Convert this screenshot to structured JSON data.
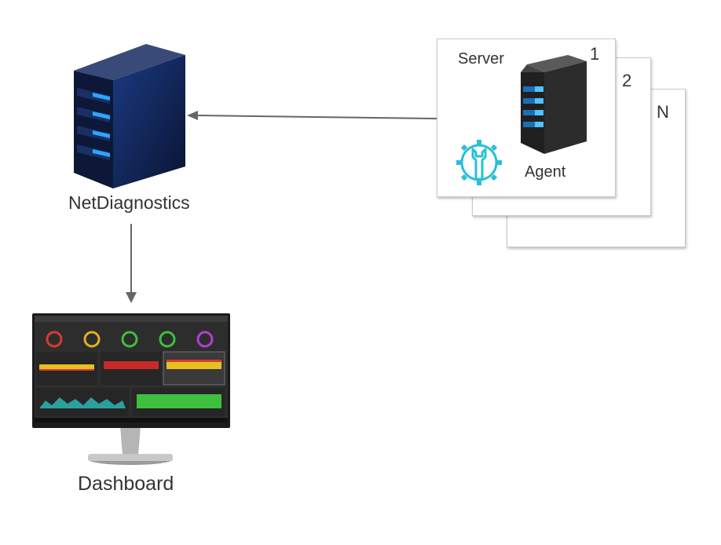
{
  "diagram": {
    "netdiagnostics": {
      "label": "NetDiagnostics",
      "icon": "server-tower-icon"
    },
    "dashboard": {
      "label": "Dashboard",
      "icon": "monitor-icon"
    },
    "servers": {
      "title": "Server",
      "agent_label": "Agent",
      "cards": [
        {
          "number": "1"
        },
        {
          "number": "2"
        },
        {
          "number": "N"
        }
      ]
    },
    "colors": {
      "arrow": "#666666",
      "server_body": "#0f1f4a",
      "server_led": "#2aa8ff",
      "agent_icon": "#28c0d8",
      "card_border": "#c9c9c9"
    }
  }
}
